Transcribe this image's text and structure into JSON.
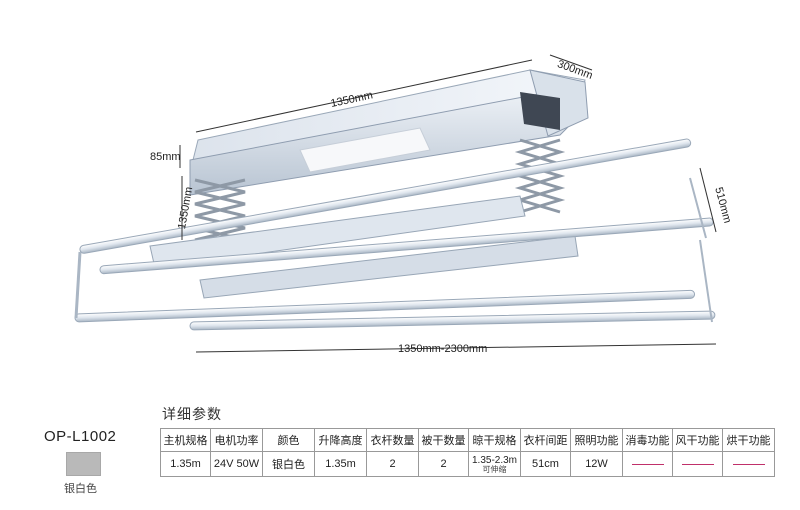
{
  "dimensions": {
    "top_length": "1350mm",
    "depth": "300mm",
    "height_box": "85mm",
    "lift": "1350mm",
    "rack_depth": "510mm",
    "extend_range": "1350mm-2300mm"
  },
  "specs": {
    "title": "详细参数",
    "model": "OP-L1002",
    "color_label": "银白色",
    "swatch_color": "#b9b9b9",
    "headers": [
      "主机规格",
      "电机功率",
      "颜色",
      "升降高度",
      "衣杆数量",
      "被干数量",
      "晾干规格",
      "衣杆间距",
      "照明功能",
      "消毒功能",
      "风干功能",
      "烘干功能"
    ],
    "values": {
      "host": "1.35m",
      "motor": "24V 50W",
      "color": "银白色",
      "lift": "1.35m",
      "rods": "2",
      "quilt": "2",
      "dry_spec_main": "1.35-2.3m",
      "dry_spec_sub": "可伸缩",
      "spacing": "51cm",
      "light": "12W"
    },
    "dash_color": "#c0306a"
  }
}
